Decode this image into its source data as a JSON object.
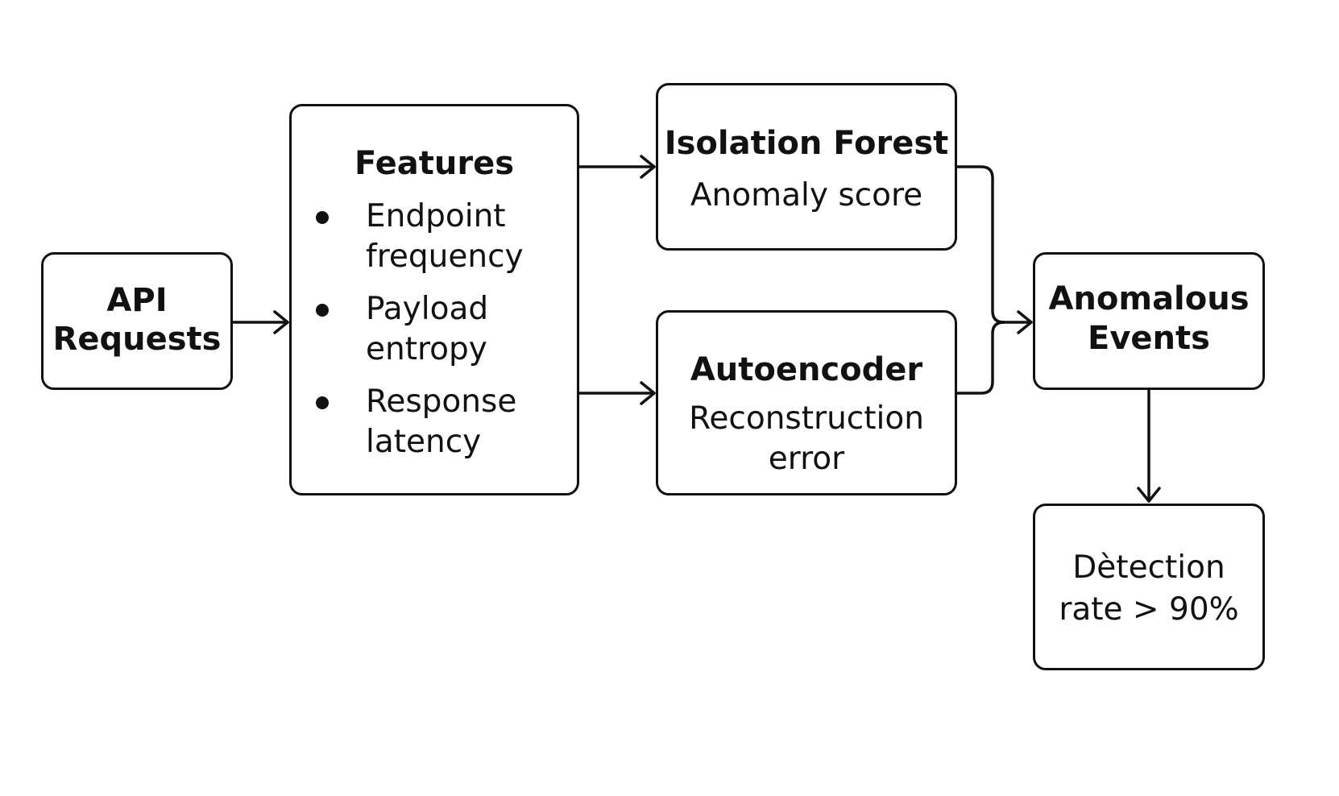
{
  "nodes": {
    "api_requests": {
      "line1": "API",
      "line2": "Requests"
    },
    "features": {
      "title": "Features",
      "items": [
        {
          "line1": "Endpoint",
          "line2": "frequency"
        },
        {
          "line1": "Payload",
          "line2": "entropy"
        },
        {
          "line1": "Response",
          "line2": "latency"
        }
      ]
    },
    "isolation_forest": {
      "title": "Isolation Forest",
      "subtitle": "Anomaly score"
    },
    "autoencoder": {
      "title": "Autoencoder",
      "subtitle_line1": "Reconstruction",
      "subtitle_line2": "error"
    },
    "anomalous_events": {
      "line1": "Anomalous",
      "line2": "Events"
    },
    "detection": {
      "line1": "Dètection",
      "line2": "rate > 90%"
    }
  },
  "edges": [
    {
      "from": "api_requests",
      "to": "features"
    },
    {
      "from": "features",
      "to": "isolation_forest"
    },
    {
      "from": "features",
      "to": "autoencoder"
    },
    {
      "from": "isolation_forest",
      "to": "anomalous_events"
    },
    {
      "from": "autoencoder",
      "to": "anomalous_events"
    },
    {
      "from": "anomalous_events",
      "to": "detection"
    }
  ]
}
